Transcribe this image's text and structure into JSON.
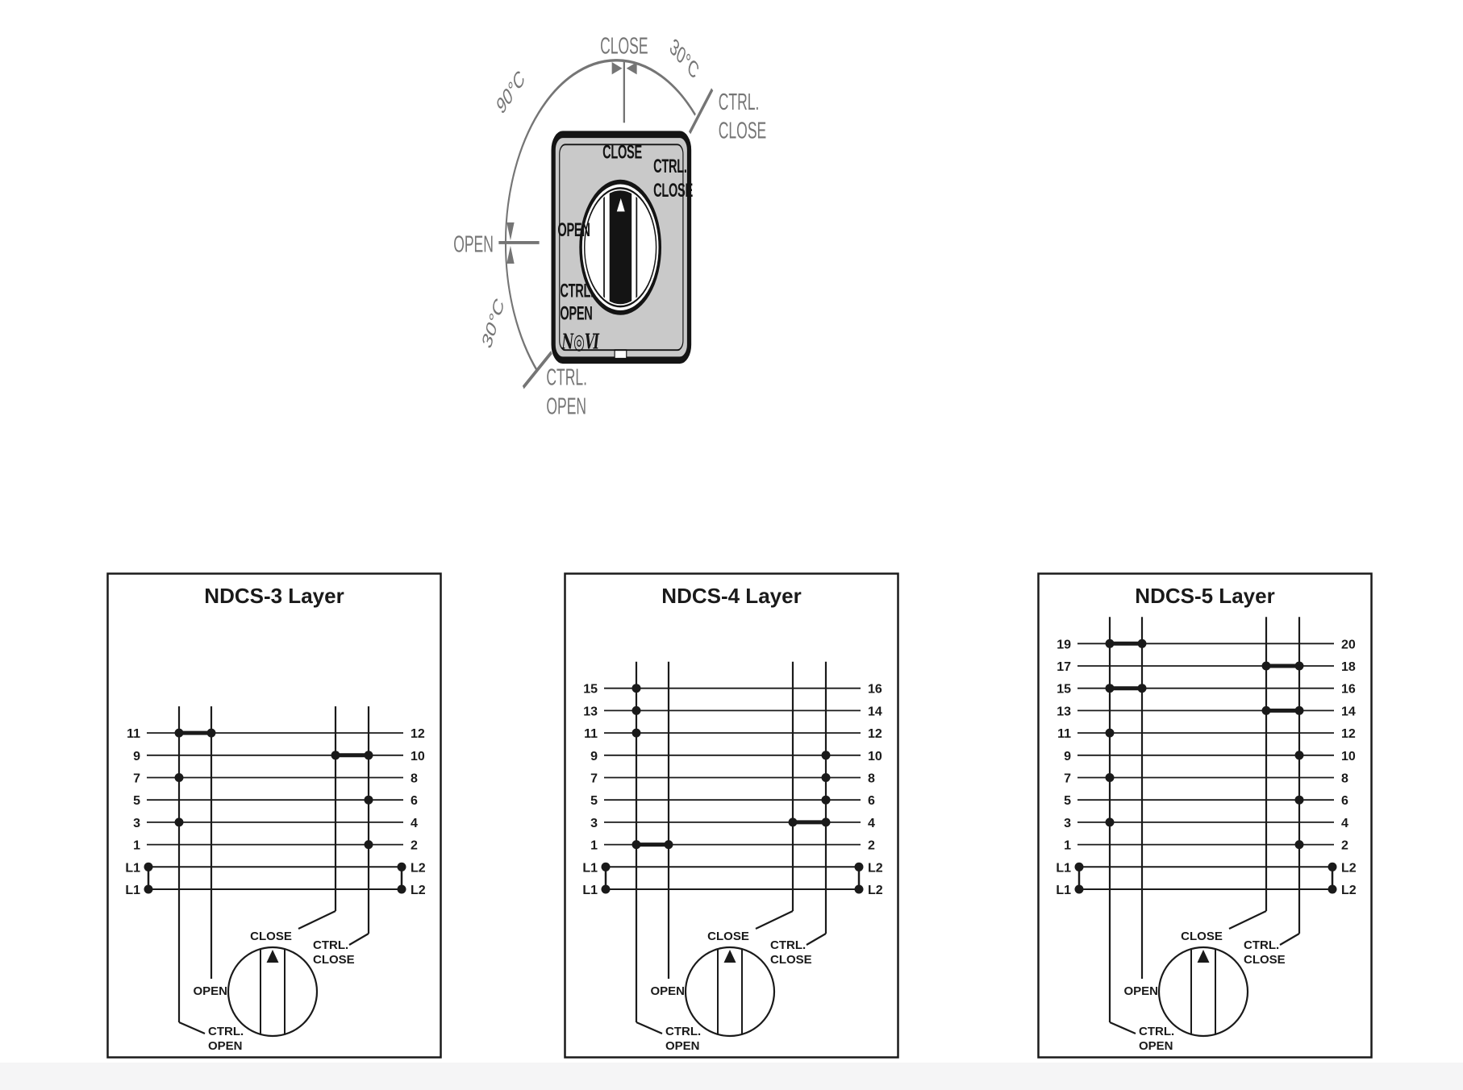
{
  "page": {
    "background": "#ffffff",
    "footer_strip_color": "#f5f5f6"
  },
  "colors": {
    "ink": "#1a1a1a",
    "annotation_gray": "#757575",
    "plate_fill": "#c9c9c9"
  },
  "dial": {
    "outer_labels": {
      "close": "CLOSE",
      "angle_top_left": "90°C",
      "angle_top_right": "30°C",
      "angle_bottom_left": "30°C",
      "ctrl_close_line1": "CTRL.",
      "ctrl_close_line2": "CLOSE",
      "open": "OPEN",
      "ctrl_open_line1": "CTRL.",
      "ctrl_open_line2": "OPEN"
    },
    "plate_labels": {
      "close": "CLOSE",
      "ctrl_close_line1": "CTRL.",
      "ctrl_close_line2": "CLOSE",
      "open": "OPEN",
      "ctrl_open_line1": "CTRL.",
      "ctrl_open_line2": "OPEN",
      "logo": "N◎Ⅵ"
    }
  },
  "legend": {
    "close": "CLOSE",
    "ctrl_close_line1": "CTRL.",
    "ctrl_close_line2": "CLOSE",
    "open": "OPEN",
    "ctrl_open_line1": "CTRL.",
    "ctrl_open_line2": "OPEN"
  },
  "diagrams": [
    {
      "title": "NDCS-3 Layer",
      "rows": [
        {
          "left": "11",
          "right": "12",
          "dots": [
            "V1",
            "V2"
          ],
          "link": [
            "V1",
            "V2"
          ]
        },
        {
          "left": "9",
          "right": "10",
          "dots": [
            "V3",
            "V4"
          ],
          "link": [
            "V3",
            "V4"
          ]
        },
        {
          "left": "7",
          "right": "8",
          "dots": [
            "V1"
          ]
        },
        {
          "left": "5",
          "right": "6",
          "dots": [
            "V4"
          ]
        },
        {
          "left": "3",
          "right": "4",
          "dots": [
            "V1"
          ]
        },
        {
          "left": "1",
          "right": "2",
          "dots": [
            "V4"
          ]
        }
      ],
      "bus_rows": [
        {
          "left": "L1",
          "right": "L2"
        },
        {
          "left": "L1",
          "right": "L2"
        }
      ]
    },
    {
      "title": "NDCS-4 Layer",
      "rows": [
        {
          "left": "15",
          "right": "16",
          "dots": [
            "V1"
          ]
        },
        {
          "left": "13",
          "right": "14",
          "dots": [
            "V1"
          ]
        },
        {
          "left": "11",
          "right": "12",
          "dots": [
            "V1"
          ]
        },
        {
          "left": "9",
          "right": "10",
          "dots": [
            "V4"
          ]
        },
        {
          "left": "7",
          "right": "8",
          "dots": [
            "V4"
          ]
        },
        {
          "left": "5",
          "right": "6",
          "dots": [
            "V4"
          ]
        },
        {
          "left": "3",
          "right": "4",
          "dots": [
            "V3",
            "V4"
          ],
          "link": [
            "V3",
            "V4"
          ]
        },
        {
          "left": "1",
          "right": "2",
          "dots": [
            "V1",
            "V2"
          ],
          "link": [
            "V1",
            "V2"
          ]
        }
      ],
      "bus_rows": [
        {
          "left": "L1",
          "right": "L2"
        },
        {
          "left": "L1",
          "right": "L2"
        }
      ]
    },
    {
      "title": "NDCS-5 Layer",
      "rows": [
        {
          "left": "19",
          "right": "20",
          "dots": [
            "V1",
            "V2"
          ],
          "link": [
            "V1",
            "V2"
          ]
        },
        {
          "left": "17",
          "right": "18",
          "dots": [
            "V3",
            "V4"
          ],
          "link": [
            "V3",
            "V4"
          ]
        },
        {
          "left": "15",
          "right": "16",
          "dots": [
            "V1",
            "V2"
          ],
          "link": [
            "V1",
            "V2"
          ]
        },
        {
          "left": "13",
          "right": "14",
          "dots": [
            "V3",
            "V4"
          ],
          "link": [
            "V3",
            "V4"
          ]
        },
        {
          "left": "11",
          "right": "12",
          "dots": [
            "V1"
          ]
        },
        {
          "left": "9",
          "right": "10",
          "dots": [
            "V4"
          ]
        },
        {
          "left": "7",
          "right": "8",
          "dots": [
            "V1"
          ]
        },
        {
          "left": "5",
          "right": "6",
          "dots": [
            "V4"
          ]
        },
        {
          "left": "3",
          "right": "4",
          "dots": [
            "V1"
          ]
        },
        {
          "left": "1",
          "right": "2",
          "dots": [
            "V4"
          ]
        }
      ],
      "bus_rows": [
        {
          "left": "L1",
          "right": "L2"
        },
        {
          "left": "L1",
          "right": "L2"
        }
      ]
    }
  ]
}
